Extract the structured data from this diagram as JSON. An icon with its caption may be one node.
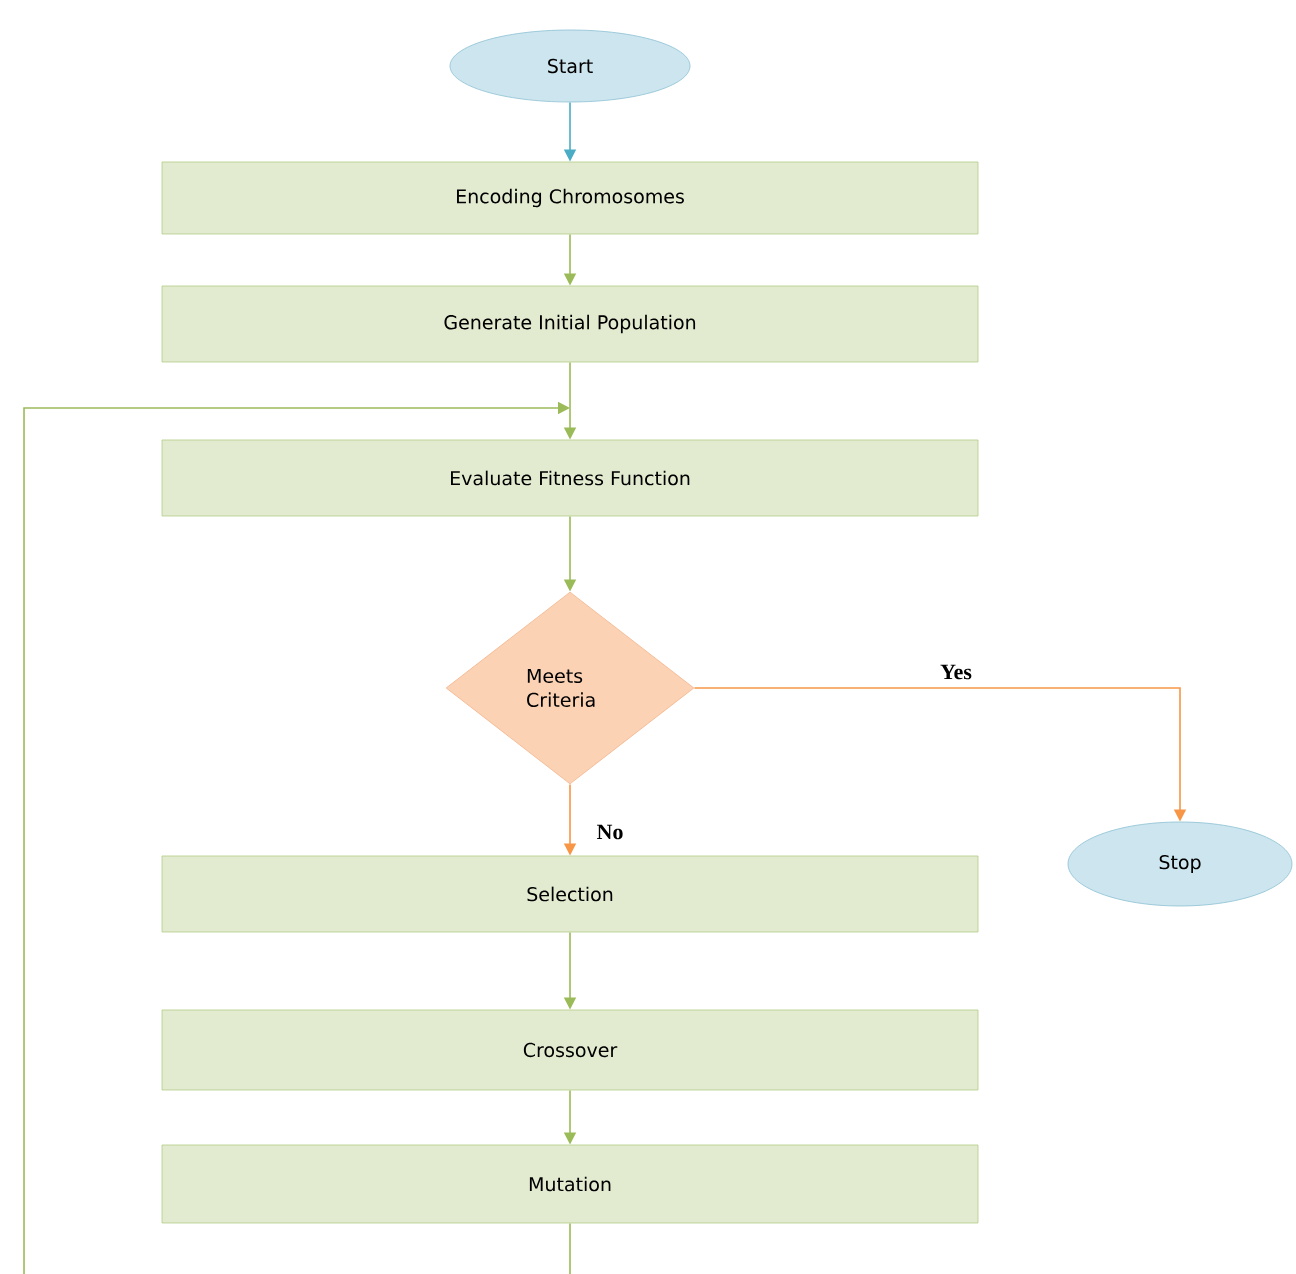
{
  "diagram": {
    "nodes": [
      {
        "text": [
          "Start"
        ]
      },
      {
        "text": [
          "Encoding Chromosomes"
        ]
      },
      {
        "text": [
          "Generate Initial Population"
        ]
      },
      {
        "text": [
          "Evaluate Fitness Function"
        ]
      },
      {
        "text": [
          "Meets Criteria"
        ]
      },
      {
        "text": [
          "Stop"
        ]
      },
      {
        "text": [
          "Selection"
        ]
      },
      {
        "text": [
          "Crossover"
        ]
      },
      {
        "text": [
          "Mutation"
        ]
      }
    ],
    "edges": [
      {
        "from": 0,
        "to": 1,
        "arrow": "to",
        "color": "#4bacc6"
      },
      {
        "from": 1,
        "to": 2,
        "arrow": "to"
      },
      {
        "from": 2,
        "to": 3,
        "arrow": "to"
      },
      {
        "from": 3,
        "to": 4,
        "arrow": "to"
      },
      {
        "from": 4,
        "to": 5,
        "arrow": "to",
        "label": "Yes",
        "color": "#f79646"
      },
      {
        "from": 4,
        "to": 6,
        "arrow": "to",
        "label": "No",
        "color": "#f79646"
      },
      {
        "from": 6,
        "to": 7,
        "arrow": "to"
      },
      {
        "from": 7,
        "to": 8,
        "arrow": "to"
      },
      {
        "from": 8,
        "to": null,
        "arrow": "none"
      },
      {
        "from": null,
        "to": 3,
        "arrow": "to"
      }
    ]
  }
}
